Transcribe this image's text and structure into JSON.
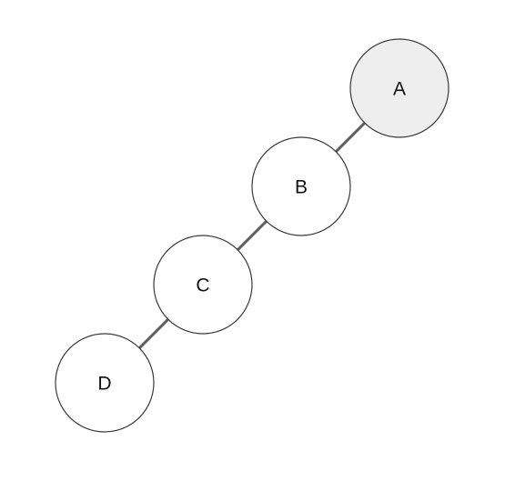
{
  "diagram": {
    "nodes": [
      {
        "id": "A",
        "label": "A",
        "fill": "#eeeeee"
      },
      {
        "id": "B",
        "label": "B",
        "fill": "#ffffff"
      },
      {
        "id": "C",
        "label": "C",
        "fill": "#ffffff"
      },
      {
        "id": "D",
        "label": "D",
        "fill": "#ffffff"
      }
    ],
    "edges": [
      {
        "from": "A",
        "to": "B"
      },
      {
        "from": "B",
        "to": "C"
      },
      {
        "from": "C",
        "to": "D"
      }
    ]
  }
}
